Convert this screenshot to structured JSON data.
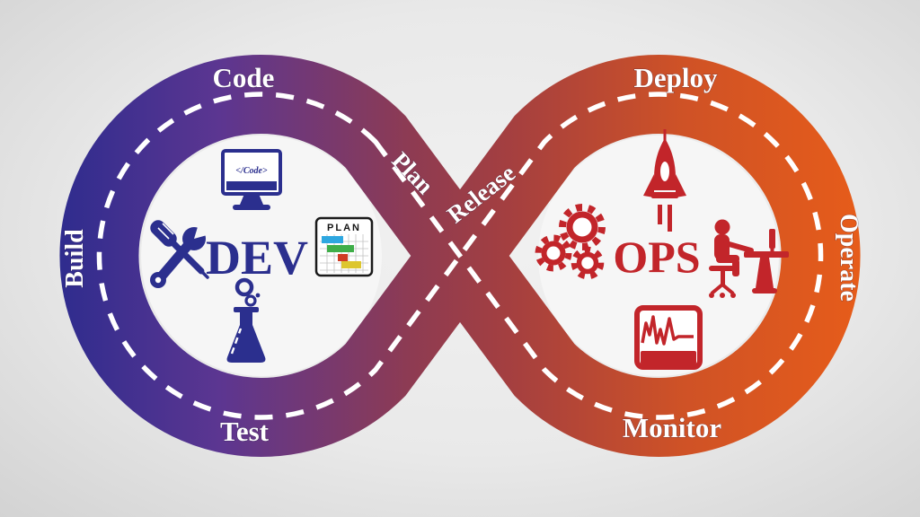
{
  "dev_loop": {
    "name": "DEV",
    "stage_code": "Code",
    "stage_build": "Build",
    "stage_test": "Test",
    "stage_plan": "Plan"
  },
  "ops_loop": {
    "name": "OPS",
    "stage_deploy": "Deploy",
    "stage_operate": "Operate",
    "stage_monitor": "Monitor",
    "stage_release": "Release"
  },
  "icons": {
    "code_monitor": "</Code>",
    "plan_chart": "PLAN"
  },
  "colors": {
    "loop_blue": "#2f2c8e",
    "loop_purple": "#5c3691",
    "loop_maroon": "#8e3b52",
    "loop_red": "#a43f40",
    "loop_orange_deep": "#cf5226",
    "loop_orange": "#e65c1a",
    "dash_white": "#ffffff",
    "label_white": "#ffffff",
    "dev_navy": "#2b2f8e",
    "ops_red": "#c2252a",
    "chart_blue": "#2ea7e0",
    "chart_green": "#3fae49",
    "chart_red": "#cf3b23",
    "chart_yellow": "#ddc62e",
    "background": "#e9e9e9"
  }
}
